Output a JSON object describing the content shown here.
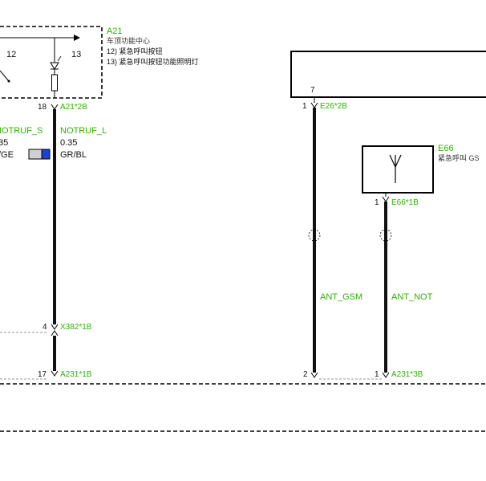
{
  "components": {
    "a21": {
      "code": "A21",
      "desc": [
        "车顶功能中心",
        "12) 紧急呼叫按钮",
        "13) 紧急呼叫按钮功能照明灯"
      ],
      "pin_labels": [
        "12",
        "13"
      ]
    },
    "e26": {
      "pin": "7"
    },
    "e66": {
      "code": "E66",
      "desc": "紧急呼叫 GS"
    }
  },
  "connectors": {
    "a21_2b": {
      "label": "A21*2B",
      "pin": "18"
    },
    "e26_2b": {
      "label": "E26*2B",
      "pin": "1"
    },
    "e66_1b": {
      "label": "E66*1B",
      "pin": "1"
    },
    "x382_1b": {
      "label": "X382*1B",
      "pin": "4"
    },
    "a231_1b": {
      "label": "A231*1B",
      "pin": "17"
    },
    "a231_3b_left": {
      "pin": "2"
    },
    "a231_3b": {
      "label": "A231*3B",
      "pin": "1"
    }
  },
  "wires": {
    "notruf_s": {
      "name": "NOTRUF_S",
      "size": "35",
      "color": "/GE"
    },
    "notruf_l": {
      "name": "NOTRUF_L",
      "size": "0.35",
      "color": "GR/BL"
    },
    "ant_gsm": {
      "name": "ANT_GSM"
    },
    "ant_not": {
      "name": "ANT_NOT"
    }
  },
  "colors": {
    "label_green": "#2db400",
    "wire_black": "#111111",
    "swatch_gray": "#d0d0d0",
    "swatch_blue": "#1f3fd1"
  }
}
